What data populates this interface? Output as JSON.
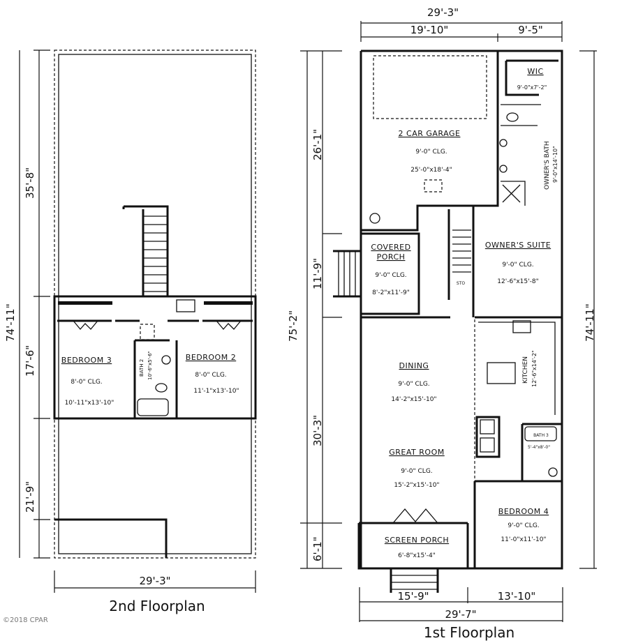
{
  "second_floor": {
    "title": "2nd Floorplan",
    "dimensions": {
      "width": "29'-3\"",
      "total_depth": "74'-11\"",
      "front": "35'-8\"",
      "middle": "17'-6\"",
      "rear": "21'-9\""
    },
    "rooms": [
      {
        "name": "BEDROOM 3",
        "ceiling": "8'-0\" CLG.",
        "size": "10'-11\"x13'-10\""
      },
      {
        "name": "BEDROOM 2",
        "ceiling": "8'-0\" CLG.",
        "size": "11'-1\"x13'-10\""
      },
      {
        "name": "BATH 2",
        "size": "10'-6\"x5'-6\""
      }
    ]
  },
  "first_floor": {
    "title": "1st Floorplan",
    "dimensions": {
      "top_total": "29'-3\"",
      "top_left": "19'-10\"",
      "top_right": "9'-5\"",
      "bottom_total": "29'-7\"",
      "bottom_left": "15'-9\"",
      "bottom_right": "13'-10\"",
      "left_total": "75'-2\"",
      "left_1": "26'-1\"",
      "left_2": "11'-9\"",
      "left_3": "30'-3\"",
      "left_4": "6'-1\"",
      "right_total": "74'-11\""
    },
    "rooms": {
      "garage": {
        "name": "2 CAR GARAGE",
        "ceiling": "9'-0\" CLG.",
        "size": "25'-0\"x18'-4\""
      },
      "wic": {
        "name": "WIC",
        "size": "9'-0\"x7'-2\""
      },
      "owners_bath": {
        "name": "OWNER'S BATH",
        "size": "9'-0\"x14'-10\""
      },
      "covered_porch": {
        "name1": "COVERED",
        "name2": "PORCH",
        "ceiling": "9'-0\" CLG.",
        "size": "8'-2\"x11'-9\""
      },
      "owners_suite": {
        "name": "OWNER'S SUITE",
        "ceiling": "9'-0\" CLG.",
        "size": "12'-6\"x15'-8\""
      },
      "sto": {
        "name": "STO"
      },
      "dining": {
        "name": "DINING",
        "ceiling": "9'-0\" CLG.",
        "size": "14'-2\"x15'-10\""
      },
      "kitchen": {
        "name": "KITCHEN",
        "size": "12'-6\"x14'-2\""
      },
      "great_room": {
        "name": "GREAT ROOM",
        "ceiling": "9'-0\" CLG.",
        "size": "15'-2\"x15'-10\""
      },
      "bath3": {
        "name": "BATH 3",
        "size": "5'-4\"x8'-0\""
      },
      "bedroom4": {
        "name": "BEDROOM 4",
        "ceiling": "9'-0\" CLG.",
        "size": "11'-0\"x11'-10\""
      },
      "screen_porch": {
        "name": "SCREEN PORCH",
        "size": "6'-8\"x15'-4\""
      }
    }
  },
  "copyright": "©2018 CPAR"
}
